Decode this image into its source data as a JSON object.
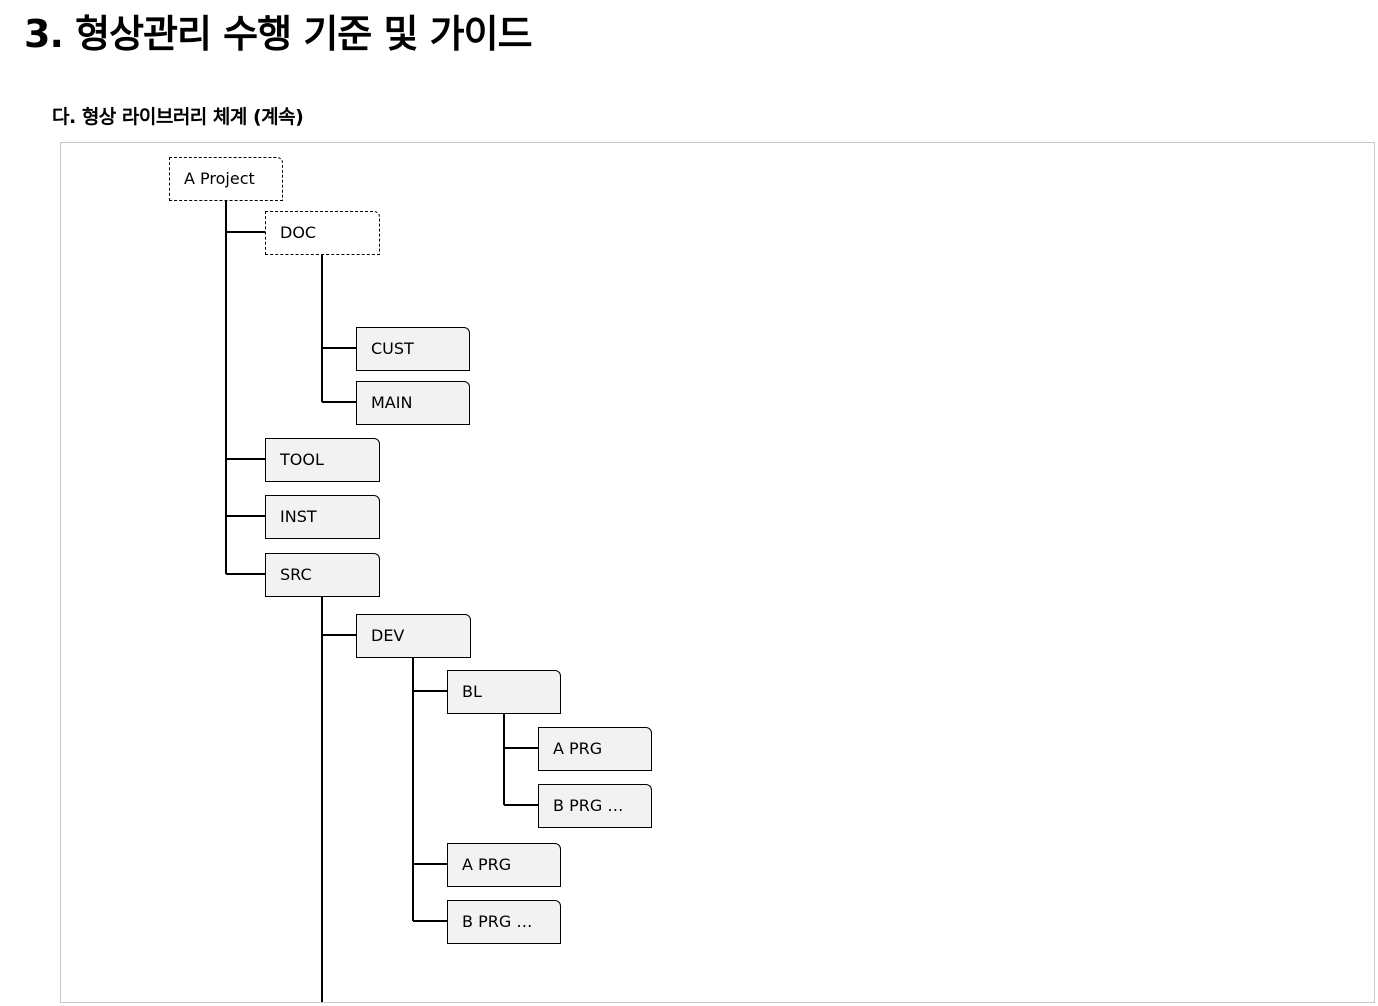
{
  "page_title": "3. 형상관리 수행 기준 및 가이드",
  "section_title": "다. 형상 라이브러리 체계 (계속)",
  "tree": {
    "root": "A Project",
    "doc": "DOC",
    "cust": "CUST",
    "main": "MAIN",
    "tool": "TOOL",
    "inst": "INST",
    "src": "SRC",
    "dev": "DEV",
    "bl": "BL",
    "bl_a_prg": "A PRG",
    "bl_b_prg": "B PRG …",
    "dev_a_prg": "A PRG",
    "dev_b_prg": "B PRG …"
  },
  "colors": {
    "node_fill": "#f2f2f2",
    "line": "#000000",
    "frame_border": "#c8c8c8"
  }
}
